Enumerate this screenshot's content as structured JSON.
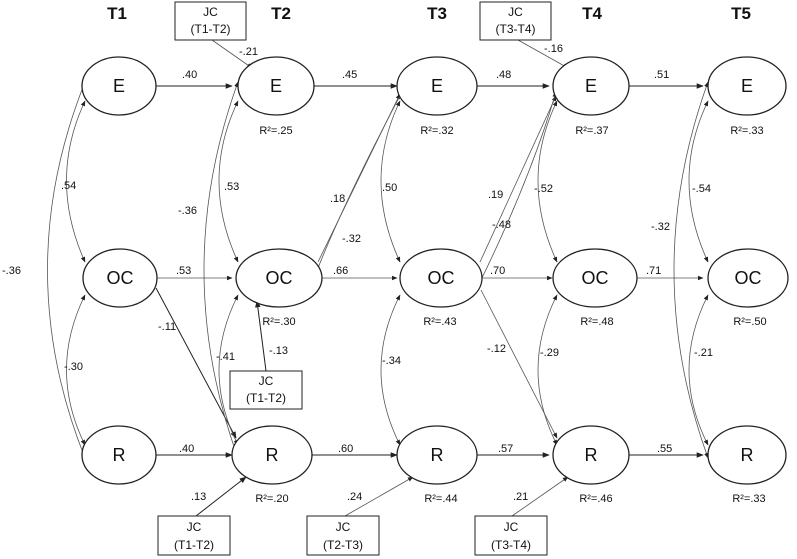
{
  "time_points": [
    "T1",
    "T2",
    "T3",
    "T4",
    "T5"
  ],
  "constructs": [
    "E",
    "OC",
    "R"
  ],
  "r_squared": {
    "E": [
      "",
      "R²=.25",
      "R²=.32",
      "R²=.37",
      "R²=.33"
    ],
    "OC": [
      "",
      "R²=.30",
      "R²=.43",
      "R²=.48",
      "R²=.50"
    ],
    "R": [
      "",
      "R²=.20",
      "R²=.44",
      "R²=.46",
      "R²=.33"
    ]
  },
  "autoregressive": {
    "E": [
      ".40",
      ".45",
      ".48",
      ".51"
    ],
    "OC": [
      ".53",
      ".66",
      ".70",
      ".71"
    ],
    "R": [
      ".40",
      ".60",
      ".57",
      ".55"
    ]
  },
  "cross_lagged": {
    "T1": {
      "OC_to_R": "-.11"
    },
    "T2": {
      "OC_to_E": ".18",
      "E_to_OC": "-.32"
    },
    "T3": {
      "OC_to_E": ".19",
      "R_to_E": "-.48",
      "OC_to_R": "-.12"
    }
  },
  "correlations": {
    "T1": {
      "E_OC": ".54",
      "OC_R": "-.30",
      "E_R": "-.36"
    },
    "T2": {
      "E_OC": ".53",
      "OC_R": "-.41",
      "E_R": "-.36"
    },
    "T3": {
      "E_OC": ".50",
      "OC_R": "-.34"
    },
    "T4": {
      "E_OC": "-.52",
      "OC_R": "-.29"
    },
    "T5": {
      "E_OC": "-.54",
      "OC_R": "-.21",
      "E_R": "-.32"
    }
  },
  "job_crafting": [
    {
      "line1": "JC",
      "line2": "(T1-T2)",
      "coef": "-.21",
      "target": "E at T2"
    },
    {
      "line1": "JC",
      "line2": "(T3-T4)",
      "coef": "-.16",
      "target": "E at T4"
    },
    {
      "line1": "JC",
      "line2": "(T1-T2)",
      "coef": "-.13",
      "target": "OC at T2"
    },
    {
      "line1": "JC",
      "line2": "(T1-T2)",
      "coef": ".13",
      "target": "R at T2"
    },
    {
      "line1": "JC",
      "line2": "(T2-T3)",
      "coef": ".24",
      "target": "R at T3"
    },
    {
      "line1": "JC",
      "line2": "(T3-T4)",
      "coef": ".21",
      "target": "R at T4"
    }
  ]
}
